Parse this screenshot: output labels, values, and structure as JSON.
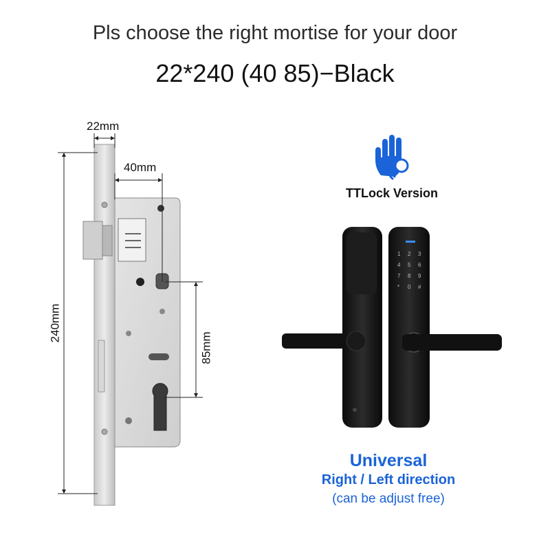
{
  "header": {
    "subtitle": "Pls choose the right mortise for your door",
    "title": "22*240 (40 85)−Black"
  },
  "dimensions": {
    "faceplate_width": "22mm",
    "backset": "40mm",
    "height": "240mm",
    "center_distance": "85mm"
  },
  "badge": {
    "icon": "hand-key-icon",
    "label": "TTLock Version",
    "color": "#1a63d8"
  },
  "info": {
    "line1": "Universal",
    "line2": "Right / Left direction",
    "line3": "(can be adjust free)"
  }
}
